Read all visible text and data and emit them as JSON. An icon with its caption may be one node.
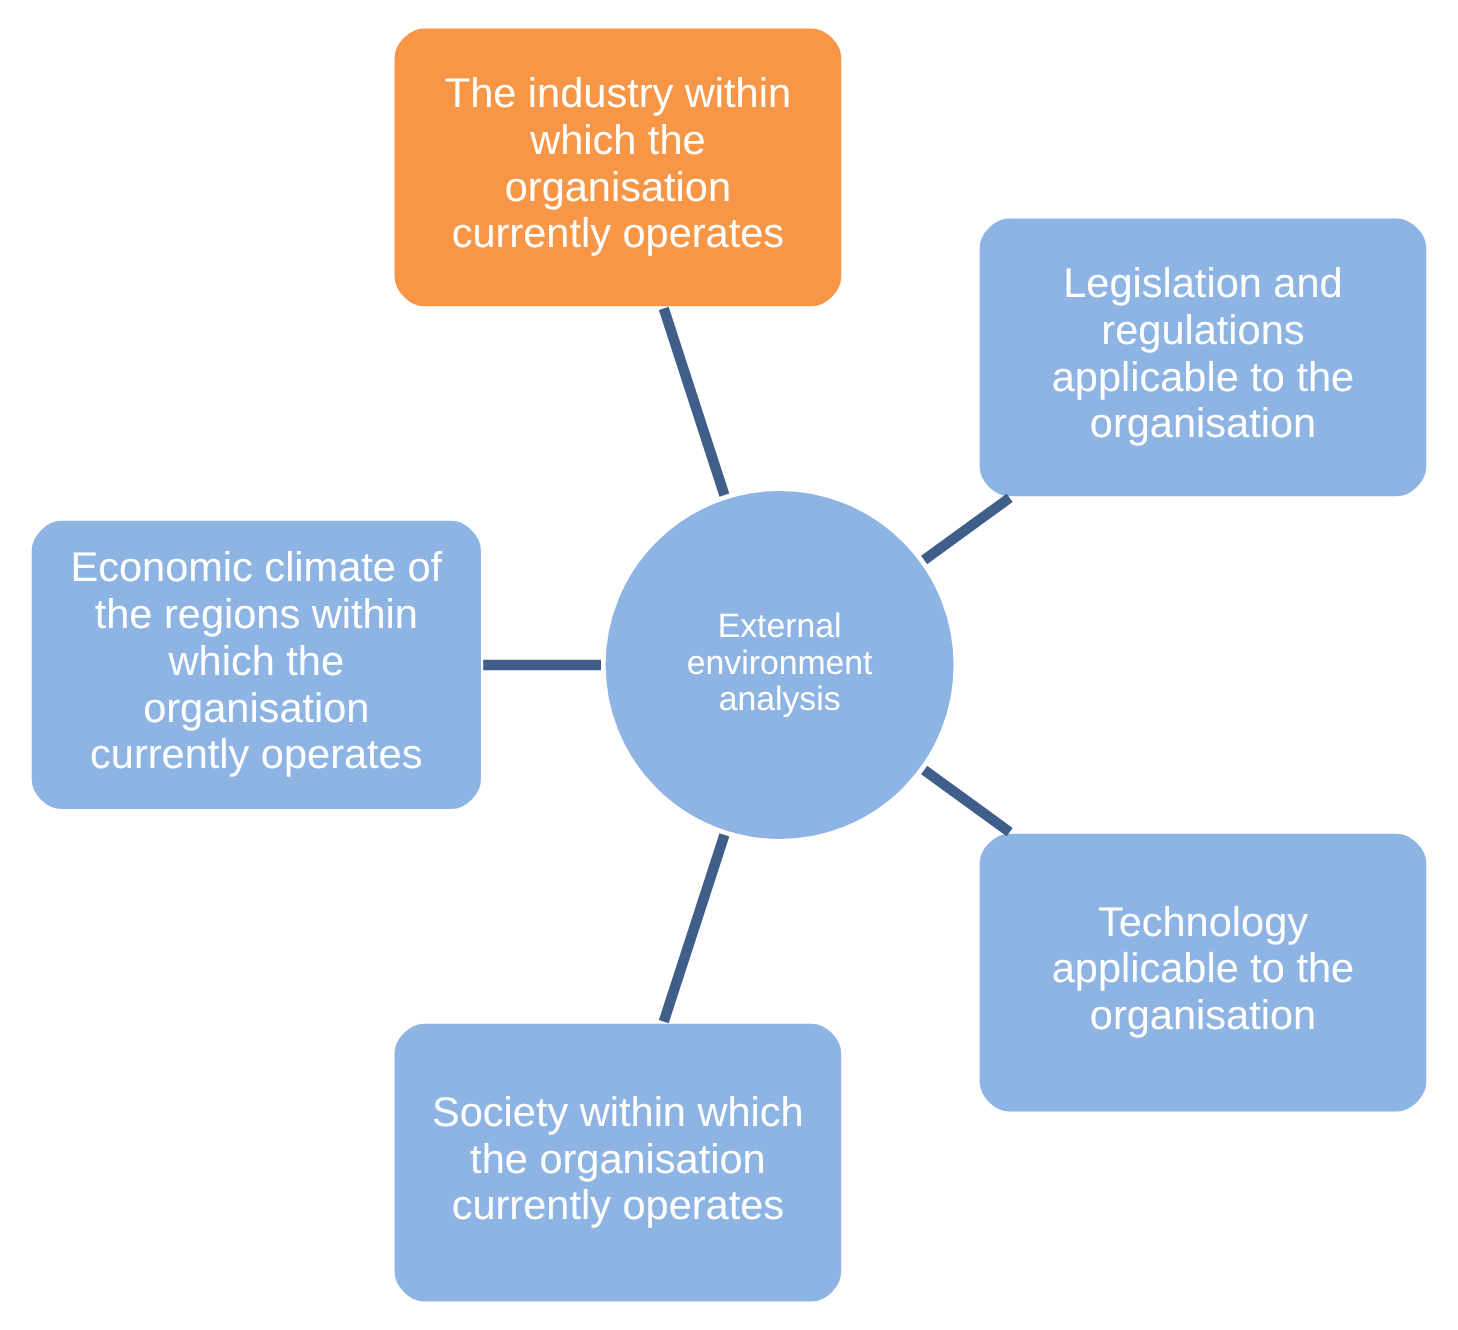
{
  "diagram": {
    "nodes": [
      {
        "text": [
          "Legislation and regulations applicable to the organisation"
        ]
      },
      {
        "text": [
          "The industry within which the organisation currently operates"
        ]
      },
      {
        "text": [
          "External environment analysis"
        ]
      },
      {
        "text": [
          "Economic climate of the regions within which the organisation currently operates"
        ]
      },
      {
        "text": [
          "Society within which the organisation currently operates"
        ]
      },
      {
        "text": [
          "Technology applicable to the organisation"
        ]
      }
    ],
    "edges": [
      {
        "from": 2,
        "to": 0,
        "arrow": "none"
      },
      {
        "from": 2,
        "to": 3,
        "arrow": "none"
      },
      {
        "from": 2,
        "to": 5,
        "arrow": "none"
      },
      {
        "from": 2,
        "to": 4,
        "arrow": "none"
      },
      {
        "from": 2,
        "to": 1,
        "arrow": "none"
      }
    ]
  }
}
